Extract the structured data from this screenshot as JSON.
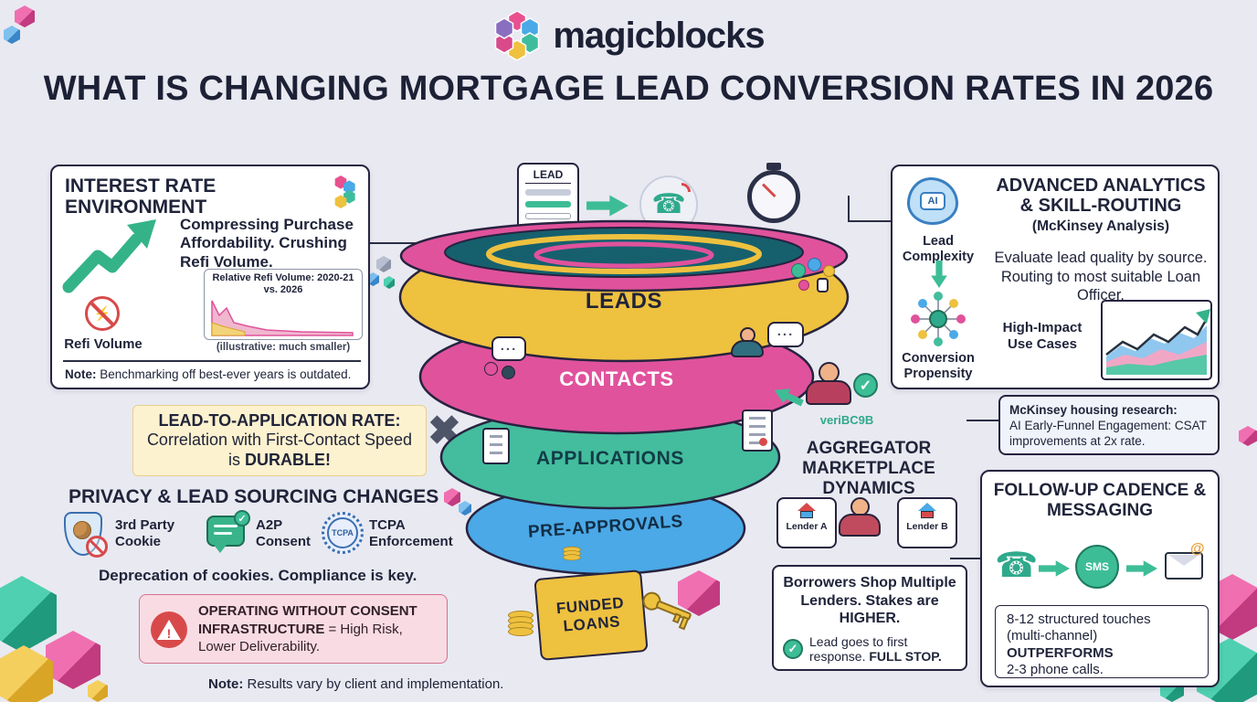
{
  "brand": {
    "name": "magicblocks"
  },
  "title": "WHAT IS CHANGING MORTGAGE LEAD CONVERSION RATES IN 2026",
  "icons": {
    "check": "✓",
    "x_mark": "✖",
    "phone": "☎",
    "envelope_at": "@",
    "dots": "...",
    "warning": "!",
    "bolt": "⚡"
  },
  "interest_rate": {
    "title": "INTEREST RATE ENVIRONMENT",
    "body": "Compressing Purchase Affordability. Crushing Refi Volume.",
    "chart_title": "Relative Refi Volume: 2020-21 vs. 2026",
    "refi_label": "Refi Volume",
    "illustrative": "(illustrative: much smaller)",
    "note_prefix": "Note:",
    "note_text": "Benchmarking off best-ever years is outdated."
  },
  "lead_to_app": {
    "heading": "LEAD-TO-APPLICATION RATE:",
    "body": "Correlation with First-Contact Speed is",
    "emphasis": "DURABLE!"
  },
  "privacy": {
    "title": "PRIVACY & LEAD SOURCING CHANGES",
    "items": [
      {
        "icon": "cookie-shield",
        "label": "3rd Party Cookie"
      },
      {
        "icon": "a2p-chat",
        "label": "A2P Consent"
      },
      {
        "icon": "tcpa-badge",
        "badge_text": "TCPA",
        "label": "TCPA Enforcement"
      }
    ],
    "subtext": "Deprecation of cookies. Compliance is key.",
    "warning_strong": "OPERATING WITHOUT CONSENT INFRASTRUCTURE",
    "warning_rest": "= High Risk, Lower Deliverability."
  },
  "footer_note": {
    "prefix": "Note:",
    "text": "Results vary by client and implementation."
  },
  "funnel": {
    "lead_card_label": "LEAD",
    "stages": [
      {
        "label": "LEADS",
        "color": "#eec13f"
      },
      {
        "label": "CONTACTS",
        "color": "#e0529c"
      },
      {
        "label": "APPLICATIONS",
        "color": "#43bd9d"
      },
      {
        "label": "PRE-APPROVALS",
        "color": "#4aa9e6"
      }
    ],
    "funded_label": "FUNDED LOANS",
    "verified_tag": "veriBC9B"
  },
  "analytics": {
    "ai_label": "AI",
    "title": "ADVANCED ANALYTICS & SKILL-ROUTING",
    "subtitle": "(McKinsey Analysis)",
    "flow_top": "Lead Complexity",
    "flow_bottom": "Conversion Propensity",
    "body": "Evaluate lead quality by source. Routing to most suitable Loan Officer.",
    "use_cases": "High-Impact Use Cases",
    "research_strong": "McKinsey housing research:",
    "research_rest": "AI Early-Funnel Engagement: CSAT improvements at 2x rate."
  },
  "aggregator": {
    "title": "AGGREGATOR MARKETPLACE DYNAMICS",
    "lender_a": "Lender A",
    "lender_b": "Lender B",
    "body1": "Borrowers Shop Multiple Lenders. Stakes are HIGHER.",
    "body2": "Lead goes to first response.",
    "body2_strong": "FULL STOP."
  },
  "followup": {
    "title": "FOLLOW-UP CADENCE & MESSAGING",
    "sms_label": "SMS",
    "result_line1": "8-12 structured touches",
    "result_line2": "(multi-channel)",
    "result_strong": "OUTPERFORMS",
    "result_line3": "2-3 phone calls."
  }
}
